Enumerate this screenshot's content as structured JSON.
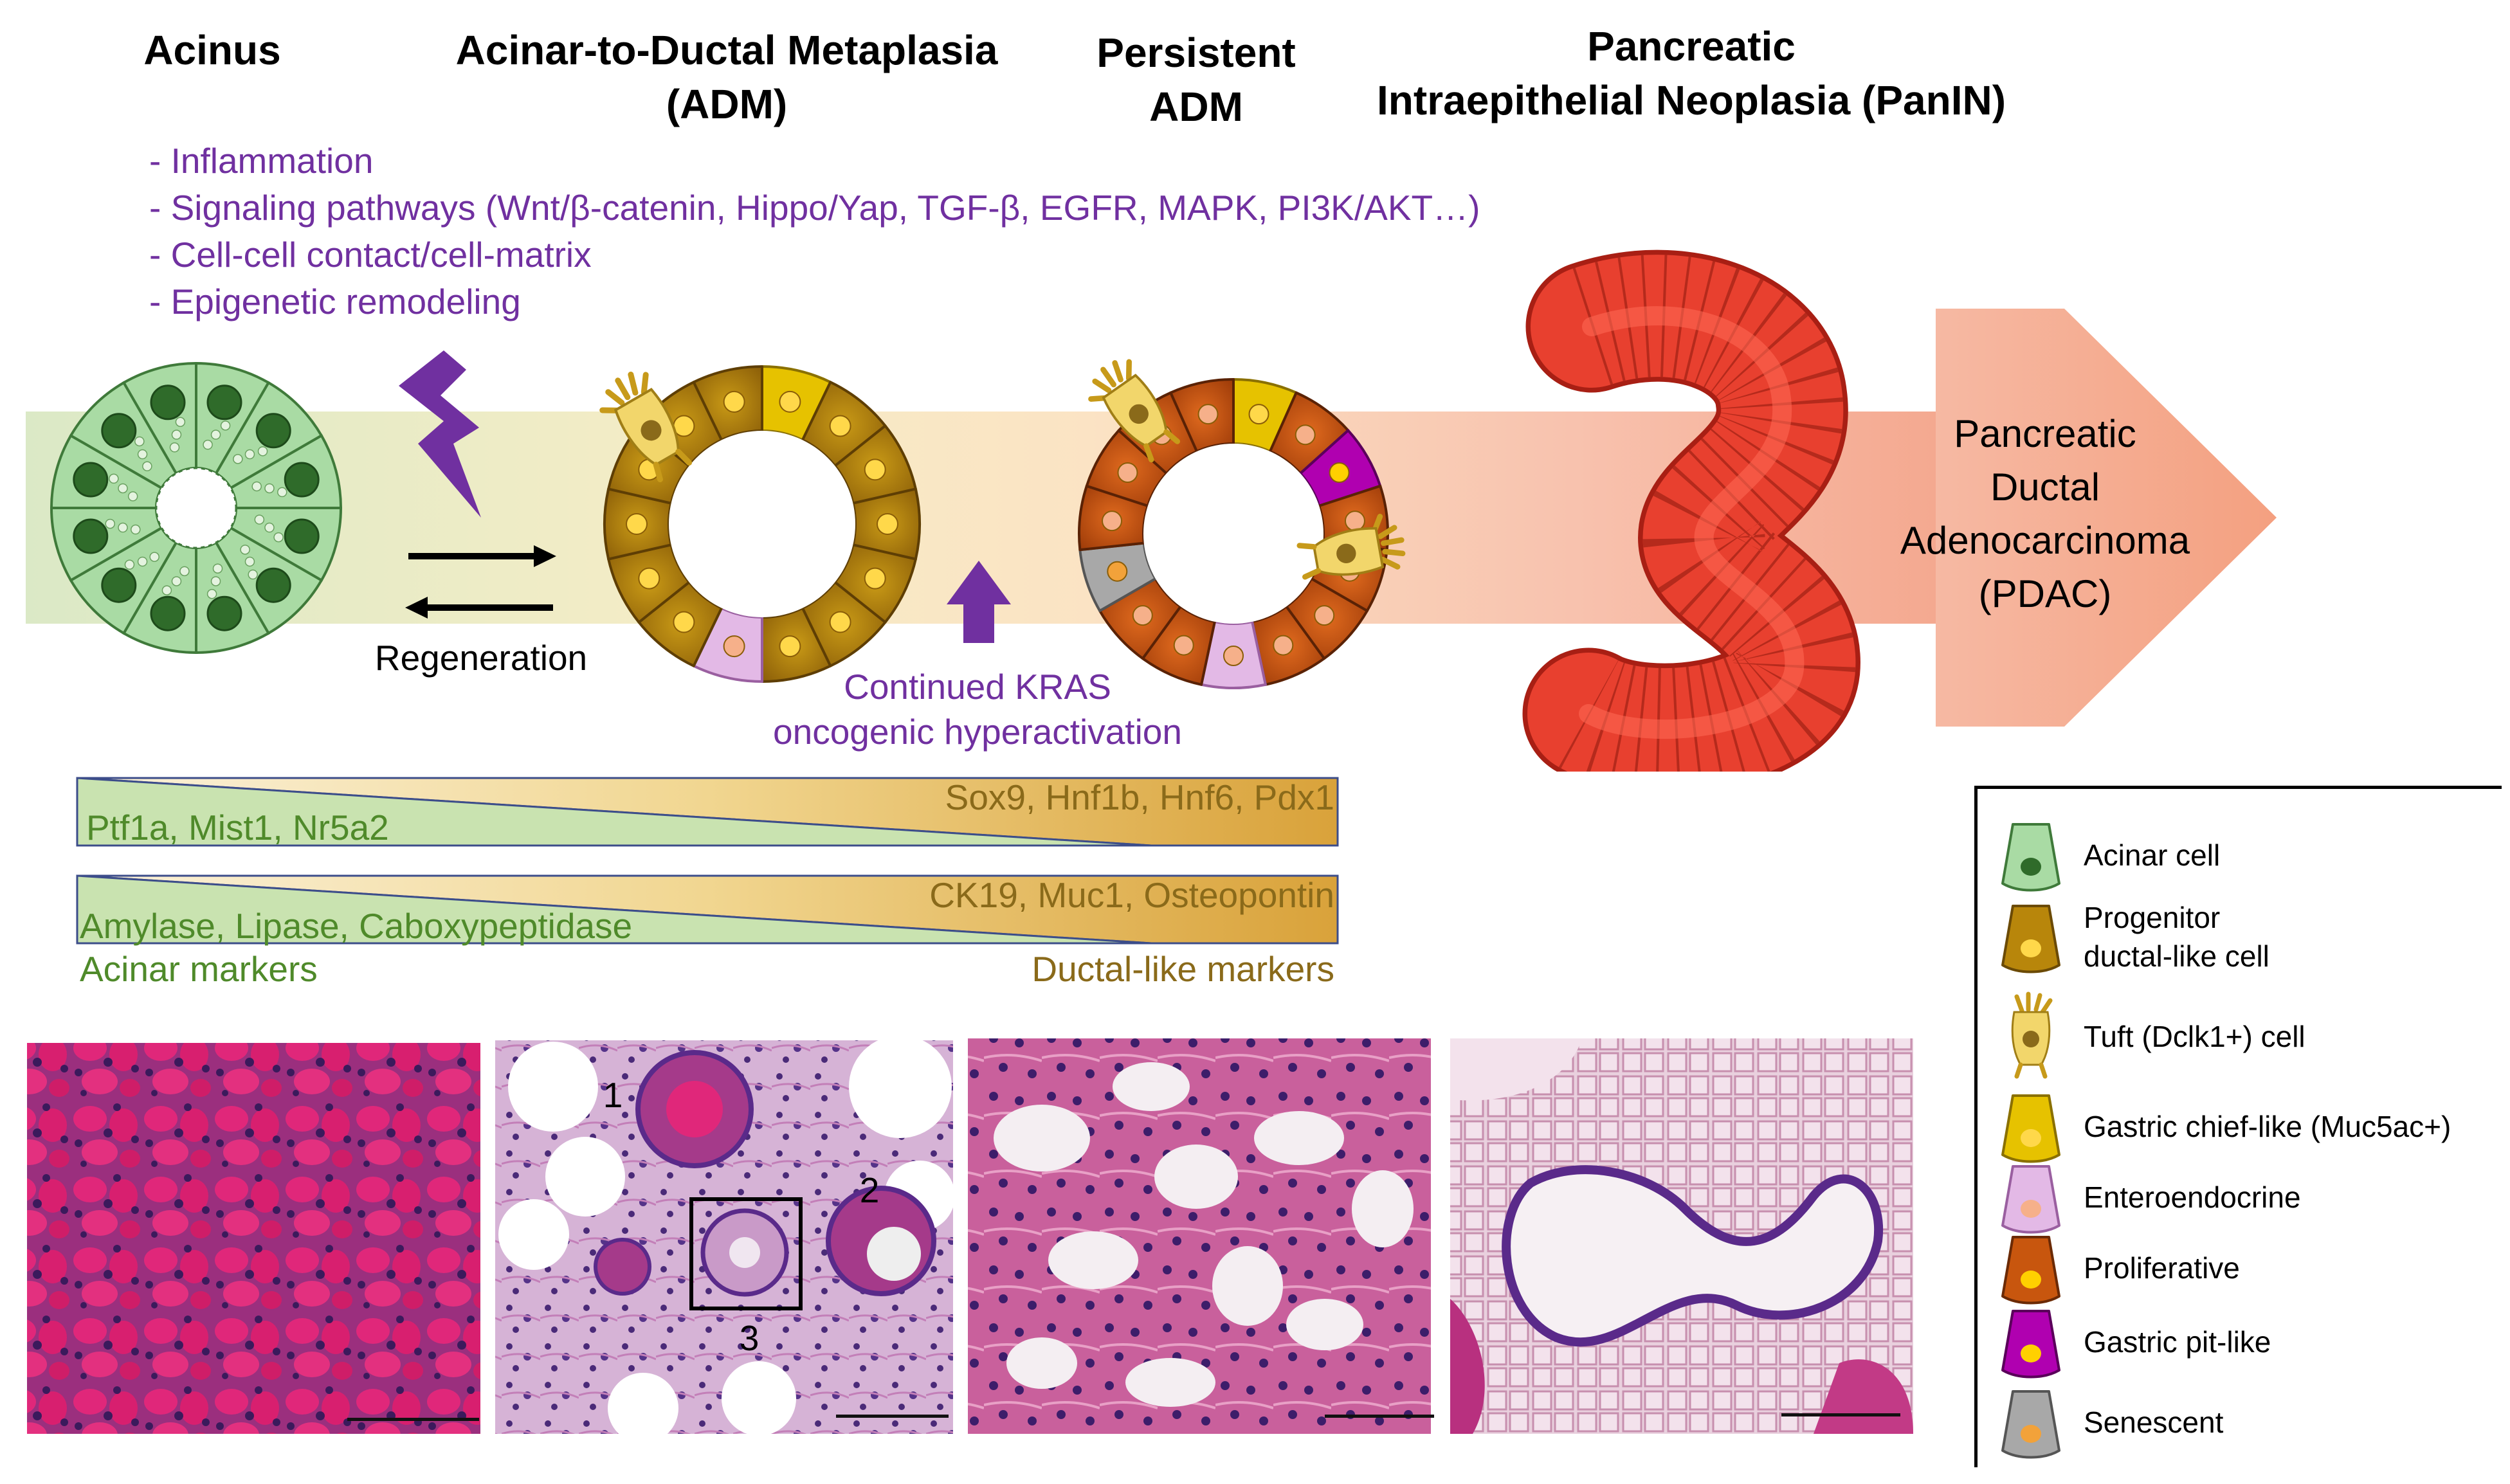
{
  "stages": {
    "acinus": "Acinus",
    "adm": "Acinar-to-Ductal Metaplasia\n(ADM)",
    "persistent": "Persistent\nADM",
    "panin": "Pancreatic\nIntraepithelial Neoplasia (PanIN)"
  },
  "factors": [
    "- Inflammation",
    "- Signaling pathways (Wnt/β-catenin, Hippo/Yap, TGF-β, EGFR, MAPK, PI3K/AKT…)",
    "- Cell-cell contact/cell-matrix",
    "- Epigenetic remodeling"
  ],
  "regeneration": "Regeneration",
  "kras": {
    "line1": "Continued KRAS",
    "line2": "oncogenic  hyperactivation"
  },
  "pdac": [
    "Pancreatic",
    "Ductal",
    "Adenocarcinoma",
    "(PDAC)"
  ],
  "markers": {
    "row1_left": "Ptf1a, Mist1, Nr5a2",
    "row1_right": "Sox9, Hnf1b, Hnf6, Pdx1",
    "row2_left": "Amylase, Lipase, Caboxypeptidase",
    "row2_right": "CK19, Muc1, Osteopontin",
    "acinar_label": "Acinar markers",
    "ductal_label": "Ductal-like markers"
  },
  "micrograph_labels": [
    "1",
    "2",
    "3"
  ],
  "legend": [
    {
      "label": "Acinar cell",
      "icon": "acinar-cell-icon",
      "fill": "#a9dba4",
      "stroke": "#3f7a3a",
      "nucleus": "#2f6b2a"
    },
    {
      "label": "Progenitor\nductal-like cell",
      "icon": "progenitor-cell-icon",
      "fill": "#b8860b",
      "stroke": "#6b4a05",
      "nucleus": "#ffd84a"
    },
    {
      "label": "Tuft (Dclk1+) cell",
      "icon": "tuft-cell-icon",
      "fill": "#f2d66b",
      "stroke": "#a07e16",
      "nucleus": "#8a6a1a"
    },
    {
      "label": "Gastric chief-like (Muc5ac+)",
      "icon": "gastric-chief-cell-icon",
      "fill": "#e6c200",
      "stroke": "#8a7000",
      "nucleus": "#ffd84a"
    },
    {
      "label": "Enteroendocrine",
      "icon": "enteroendocrine-cell-icon",
      "fill": "#e3b9e6",
      "stroke": "#9a5fa0",
      "nucleus": "#f6b08a"
    },
    {
      "label": "Proliferative",
      "icon": "proliferative-cell-icon",
      "fill": "#c8560e",
      "stroke": "#6b2a05",
      "nucleus": "#ffd000"
    },
    {
      "label": "Gastric pit-like",
      "icon": "gastric-pit-cell-icon",
      "fill": "#b000b0",
      "stroke": "#5a005a",
      "nucleus": "#ffd000"
    },
    {
      "label": "Senescent",
      "icon": "senescent-cell-icon",
      "fill": "#a8a8a8",
      "stroke": "#555",
      "nucleus": "#f2a23a"
    }
  ],
  "colors": {
    "factor_text": "#7030a0",
    "arrow_green": "#dbe9c6",
    "arrow_salmon": "#f4a78e",
    "panin_red": "#e8402f",
    "acinar_marker": "#4f8a2a",
    "ductal_marker": "#8a6a1a"
  }
}
